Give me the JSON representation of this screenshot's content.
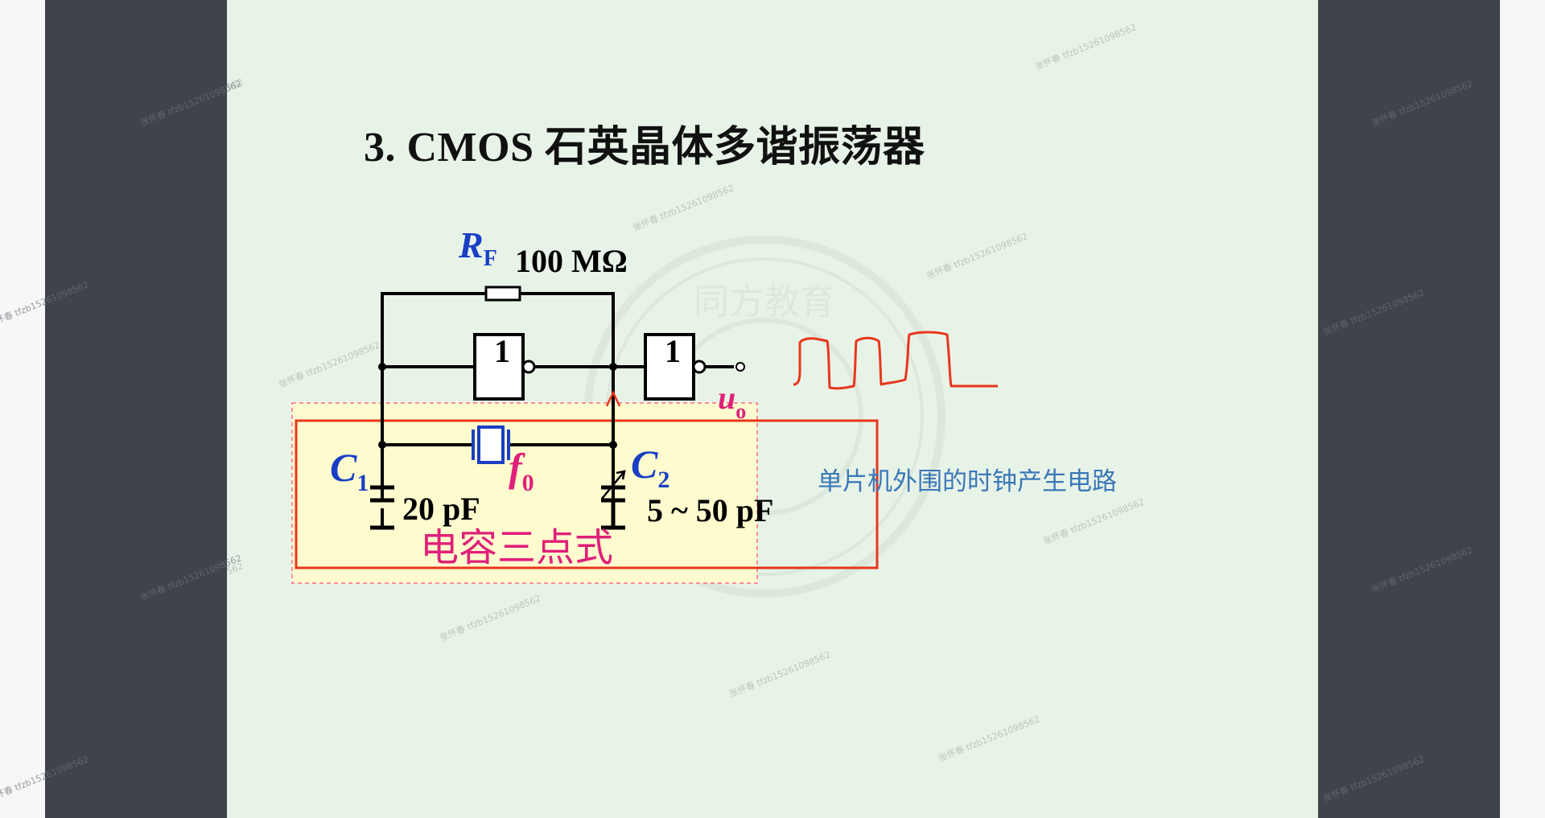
{
  "slide": {
    "title": "3. CMOS 石英晶体多谐振荡器",
    "side_note": "单片机外围的时钟产生电路",
    "watermark_text": "张怀春 tfzb15261098562",
    "seal_text": "同方教育"
  },
  "circuit": {
    "rf_label": "R",
    "rf_sub": "F",
    "rf_value": "100 MΩ",
    "gate1_symbol": "1",
    "gate2_symbol": "1",
    "output_label": "u",
    "output_sub": "o",
    "c1_label": "C",
    "c1_sub": "1",
    "c1_value": "20 pF",
    "c2_label": "C",
    "c2_sub": "2",
    "c2_value": "5 ~ 50 pF",
    "crystal_label": "f",
    "crystal_sub": "0",
    "annotation": "电容三点式"
  },
  "colors": {
    "frame": "#3f434a",
    "slide_bg": "#e8f3e8",
    "label_blue": "#1a3fc4",
    "label_pink": "#e0207a",
    "handwriting_red": "#e8361c",
    "box_fill": "#fefccf",
    "side_note": "#3b78b8"
  }
}
